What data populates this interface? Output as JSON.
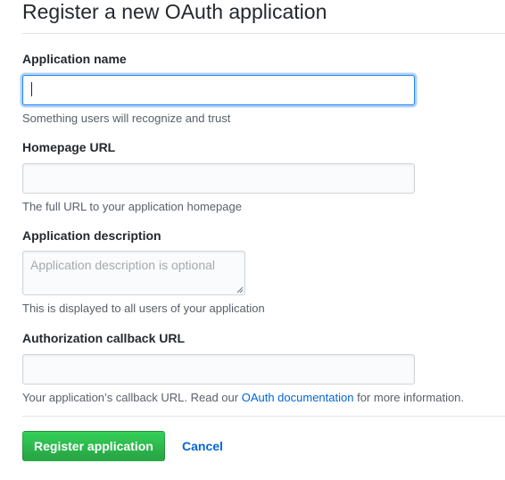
{
  "page": {
    "title": "Register a new OAuth application"
  },
  "form": {
    "app_name": {
      "label": "Application name",
      "value": "",
      "note": "Something users will recognize and trust"
    },
    "homepage_url": {
      "label": "Homepage URL",
      "value": "",
      "note": "The full URL to your application homepage"
    },
    "description": {
      "label": "Application description",
      "placeholder": "Application description is optional",
      "note": "This is displayed to all users of your application"
    },
    "callback_url": {
      "label": "Authorization callback URL",
      "value": "",
      "note_before": "Your application’s callback URL. Read our",
      "note_link": "OAuth documentation",
      "note_after": "for more information."
    }
  },
  "actions": {
    "submit_label": "Register application",
    "cancel_label": "Cancel"
  },
  "colors": {
    "primary_green": "#28a745",
    "link_blue": "#0366d6",
    "focus_blue": "#2188ff"
  }
}
